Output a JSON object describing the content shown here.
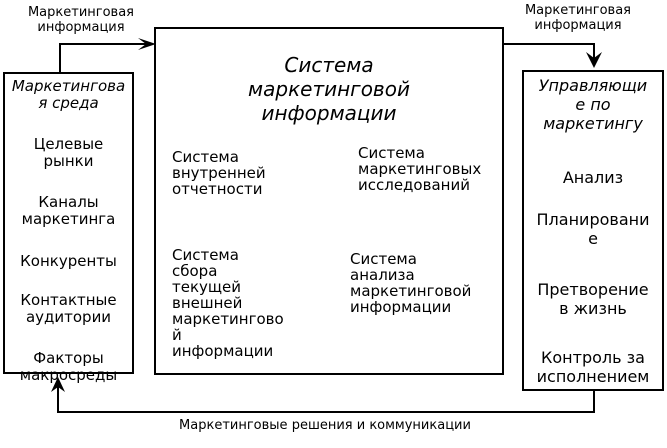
{
  "colors": {
    "stroke": "#000000",
    "background": "#ffffff"
  },
  "labels": {
    "top_left": "Маркетинговая\nинформация",
    "top_right": "Маркетинговая\nинформация",
    "bottom": "Маркетинговые решения и коммуникации"
  },
  "left_box": {
    "title": "Маркетингова\nя среда",
    "items": [
      "Целевые\nрынки",
      "Каналы\nмаркетинга",
      "Конкуренты",
      "Контактные\nаудитории",
      "Факторы\nмакросреды"
    ]
  },
  "center_box": {
    "title": "Система\nмаркетинговой\nинформации",
    "subsystems": {
      "internal": "Система\nвнутренней\nотчетности",
      "research": "Система\nмаркетинговых\nисследований",
      "intelligence": "Система\nсбора\nтекущей\nвнешней\nмаркетингово\nй\nинформации",
      "analysis": "Система\nанализа\nмаркетинговой\nинформации"
    }
  },
  "right_box": {
    "title": "Управляющи\nе по\nмаркетингу",
    "items": [
      "Анализ",
      "Планировани\nе",
      "Претворение\nв жизнь",
      "Контроль за\nисполнением"
    ]
  }
}
